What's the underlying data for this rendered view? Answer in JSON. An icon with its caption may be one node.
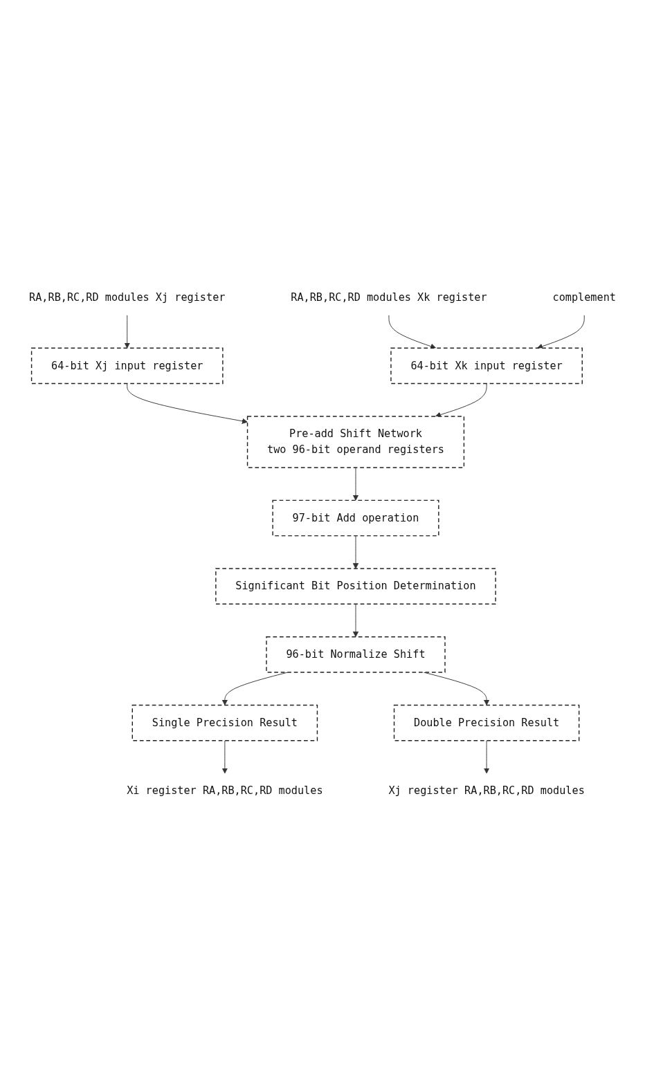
{
  "diagram": {
    "nodes": [
      {
        "text": [
          "RA,RB,RC,RD modules Xj register"
        ]
      },
      {
        "text": [
          "RA,RB,RC,RD modules Xk register"
        ]
      },
      {
        "text": [
          "64-bit Xj input register"
        ]
      },
      {
        "text": [
          "complement"
        ]
      },
      {
        "text": [
          "64-bit Xk input register"
        ]
      },
      {
        "text": [
          "Pre-add Shift Network",
          "two 96-bit operand registers"
        ]
      },
      {
        "text": [
          "97-bit Add operation"
        ]
      },
      {
        "text": [
          "Significant Bit Position Determination"
        ]
      },
      {
        "text": [
          "96-bit Normalize Shift"
        ]
      },
      {
        "text": [
          "Single Precision Result"
        ]
      },
      {
        "text": [
          "Double Precision Result"
        ]
      },
      {
        "text": [
          "Xi register RA,RB,RC,RD modules"
        ]
      },
      {
        "text": [
          "Xj register RA,RB,RC,RD modules"
        ]
      }
    ],
    "edges": [
      {
        "from": 0,
        "to": 2,
        "arrow": "to"
      },
      {
        "from": 1,
        "to": 4,
        "arrow": "to"
      },
      {
        "from": 3,
        "to": 4,
        "arrow": "to"
      },
      {
        "from": 2,
        "to": 5,
        "arrow": "to"
      },
      {
        "from": 4,
        "to": 5,
        "arrow": "to"
      },
      {
        "from": 5,
        "to": 6,
        "arrow": "to"
      },
      {
        "from": 6,
        "to": 7,
        "arrow": "to"
      },
      {
        "from": 7,
        "to": 8,
        "arrow": "to"
      },
      {
        "from": 8,
        "to": 9,
        "arrow": "to"
      },
      {
        "from": 8,
        "to": 10,
        "arrow": "to"
      },
      {
        "from": 9,
        "to": 11,
        "arrow": "to"
      },
      {
        "from": 10,
        "to": 12,
        "arrow": "to"
      }
    ]
  }
}
